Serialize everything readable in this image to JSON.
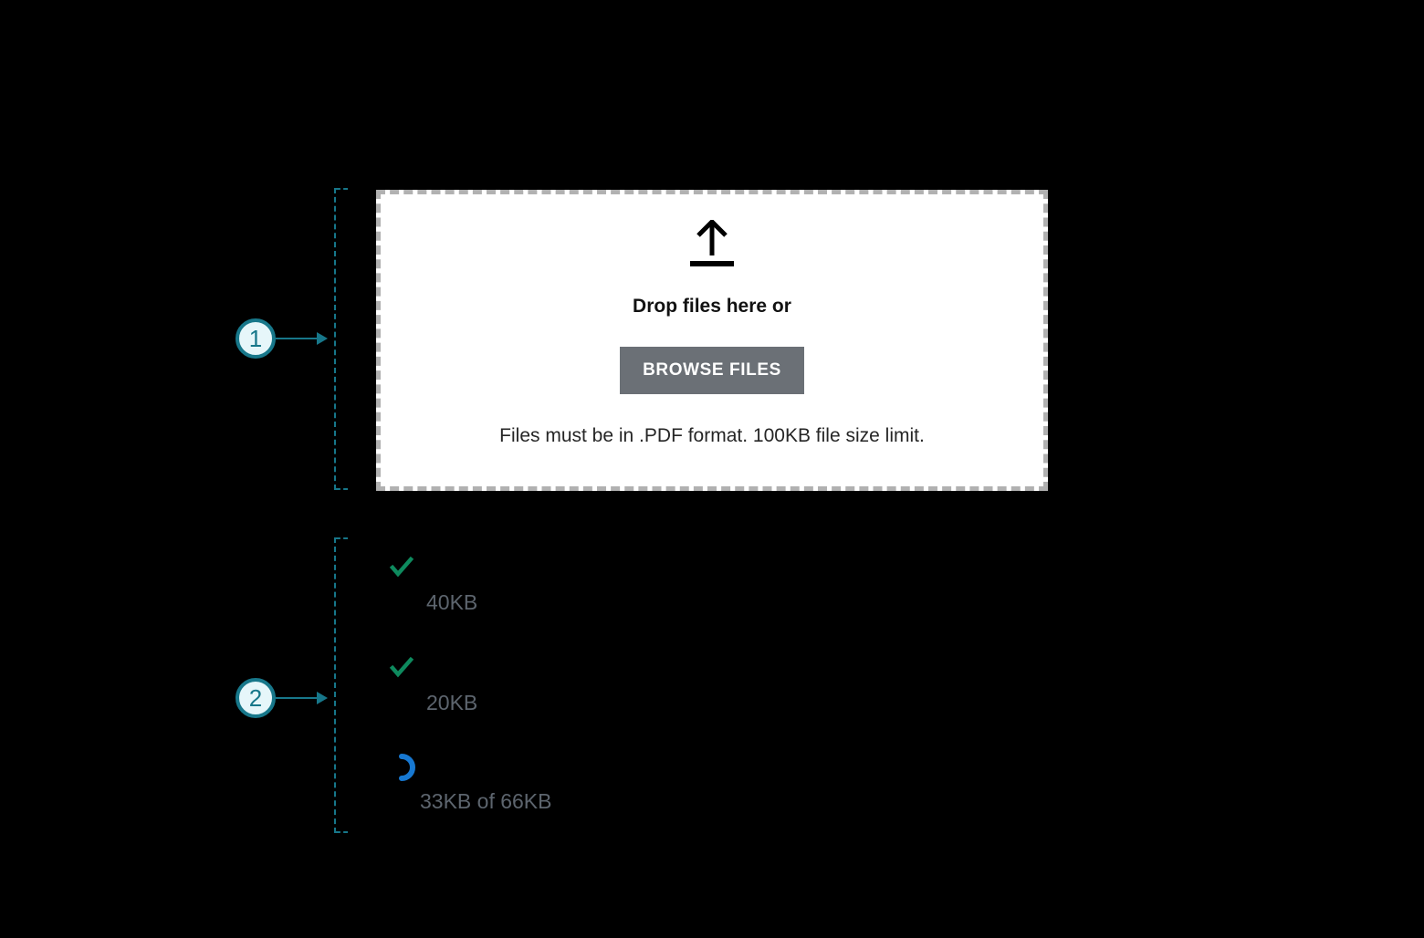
{
  "colors": {
    "annotation_teal": "#17778a",
    "annotation_fill": "#e6f6fa",
    "success_green": "#0e8a5e",
    "progress_blue": "#1778d1",
    "muted_text_gray": "#5d656e",
    "button_gray": "#6b7076",
    "dropzone_border_gray": "#b1b1b1",
    "background_black": "#000000"
  },
  "annotations": [
    {
      "number": "1",
      "target": "file-dropzone"
    },
    {
      "number": "2",
      "target": "upload-status-list"
    }
  ],
  "dropzone": {
    "icon": "upload-arrow-icon",
    "title": "Drop files here or",
    "browse_button_label": "BROWSE FILES",
    "hint": "Files must be in .PDF format. 100KB file size limit."
  },
  "upload_list": {
    "items": [
      {
        "status": "complete",
        "icon": "checkmark-icon",
        "size_label": "40KB"
      },
      {
        "status": "complete",
        "icon": "checkmark-icon",
        "size_label": "20KB"
      },
      {
        "status": "uploading",
        "icon": "spinner-icon",
        "size_label": "33KB of 66KB"
      }
    ]
  }
}
